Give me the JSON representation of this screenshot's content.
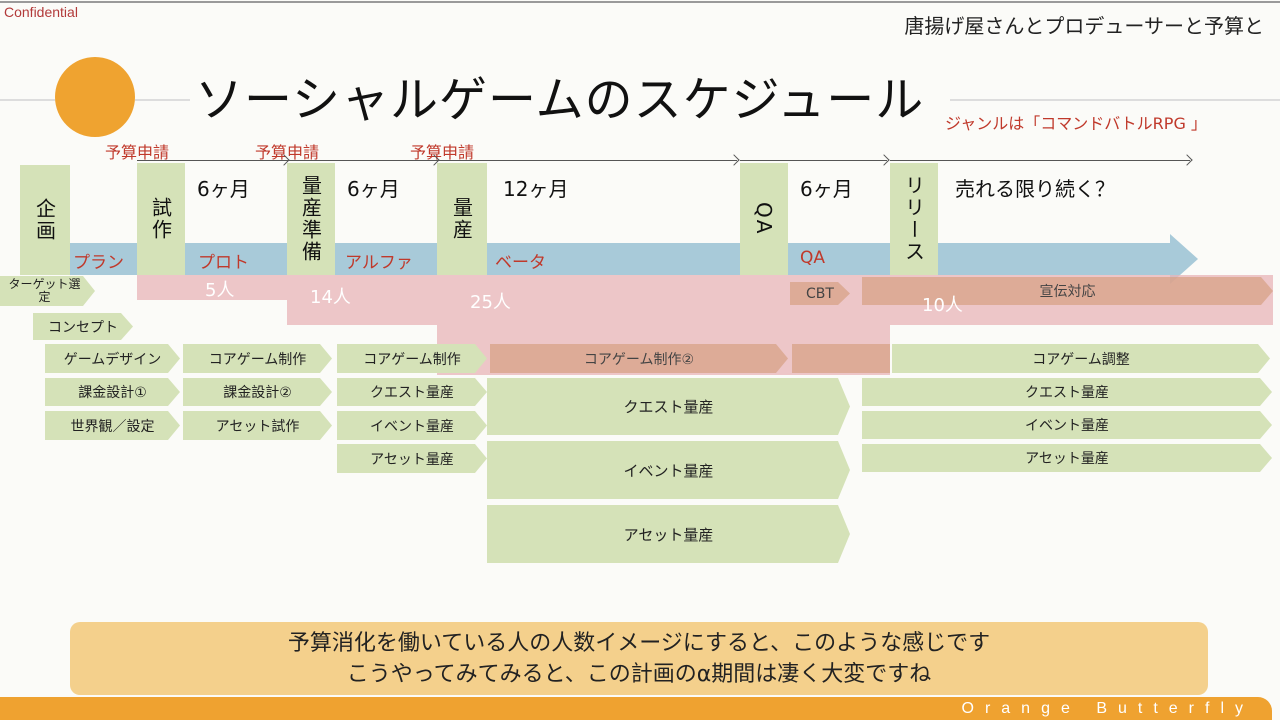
{
  "header": {
    "confidential": "Confidential",
    "subtitle": "唐揚げ屋さんとプロデューサーと予算と",
    "title": "ソーシャルゲームのスケジュール",
    "genre_note": "ジャンルは「コマンドバトルRPG 」"
  },
  "budget_labels": [
    "予算申請",
    "予算申請",
    "予算申請"
  ],
  "phases": [
    "企画",
    "試作",
    "量産準備",
    "量産",
    "QA",
    "リリース"
  ],
  "durations": [
    "6ヶ月",
    "6ヶ月",
    "12ヶ月",
    "6ヶ月",
    "売れる限り続く？"
  ],
  "stages": [
    "プラン",
    "プロト",
    "アルファ",
    "ベータ",
    "QA"
  ],
  "team_sizes": [
    "5人",
    "14人",
    "25人",
    "10人"
  ],
  "tasks": {
    "target": "ターゲット選定",
    "concept": "コンセプト",
    "game_design": "ゲームデザイン",
    "billing1": "課金設計①",
    "world": "世界観／設定",
    "core1": "コアゲーム制作",
    "billing2": "課金設計②",
    "asset_proto": "アセット試作",
    "core1b": "コアゲーム制作",
    "quest_a": "クエスト量産",
    "event_a": "イベント量産",
    "asset_a": "アセット量産",
    "core2": "コアゲーム制作②",
    "quest_b": "クエスト量産",
    "event_b": "イベント量産",
    "asset_b": "アセット量産",
    "cbt": "CBT",
    "promo": "宣伝対応",
    "core_adjust": "コアゲーム調整",
    "quest_c": "クエスト量産",
    "event_c": "イベント量産",
    "asset_c": "アセット量産"
  },
  "caption": {
    "line1": "予算消化を働いている人の人数イメージにすると、このような感じです",
    "line2": "こうやってみてみると、この計画のα期間は凄く大変ですね"
  },
  "footer": {
    "brand": "Orange Butterfly"
  },
  "colors": {
    "accent": "#efa230",
    "phase": "#d5e2b8",
    "stage": "#a8cad9",
    "people": "#e8b4b8",
    "red": "#c0392b"
  }
}
